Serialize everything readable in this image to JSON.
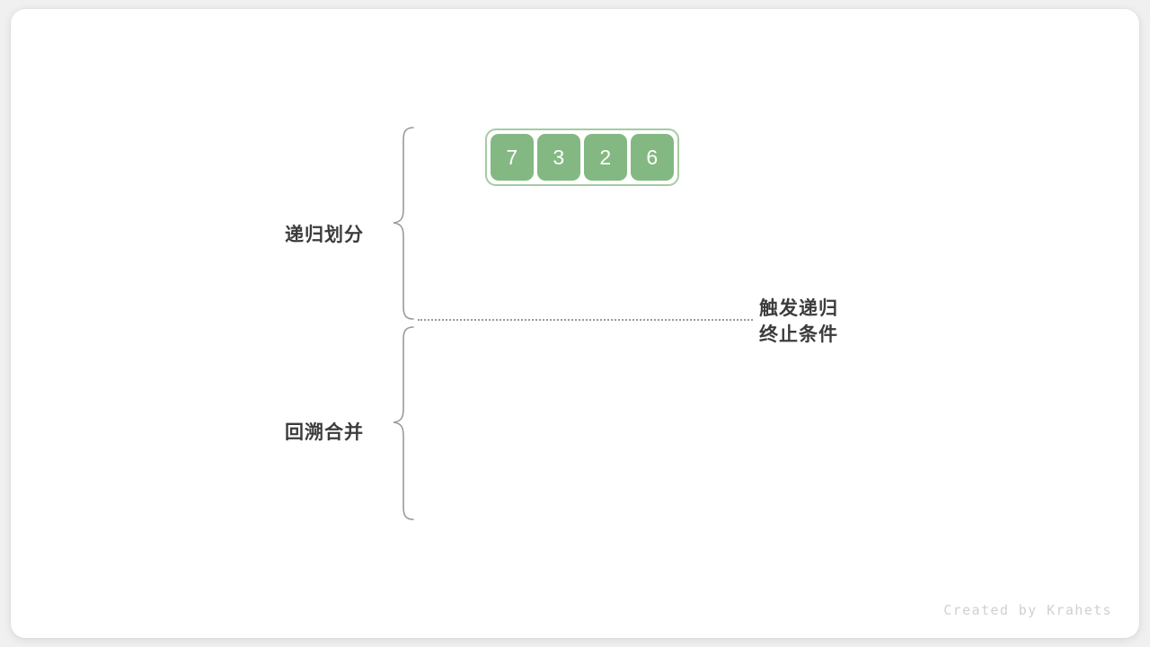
{
  "figure": {
    "title": "merge-sort-recursion-diagram",
    "background_color": "#f0f0f0",
    "surface_color": "#ffffff",
    "accent_color": "#84b882",
    "accent_border_color": "#a5cba4",
    "text_color": "#3c3c3c",
    "line_color": "#9a9a9a"
  },
  "array": {
    "name": "input-array",
    "values": [
      "7",
      "3",
      "2",
      "6"
    ]
  },
  "phases": [
    {
      "label": "递归划分",
      "name": "recursive-partition"
    },
    {
      "label": "回溯合并",
      "name": "backtrack-merge"
    }
  ],
  "annotation": {
    "line1": "触发递归",
    "line2": "终止条件"
  },
  "credit": "Created by Krahets"
}
